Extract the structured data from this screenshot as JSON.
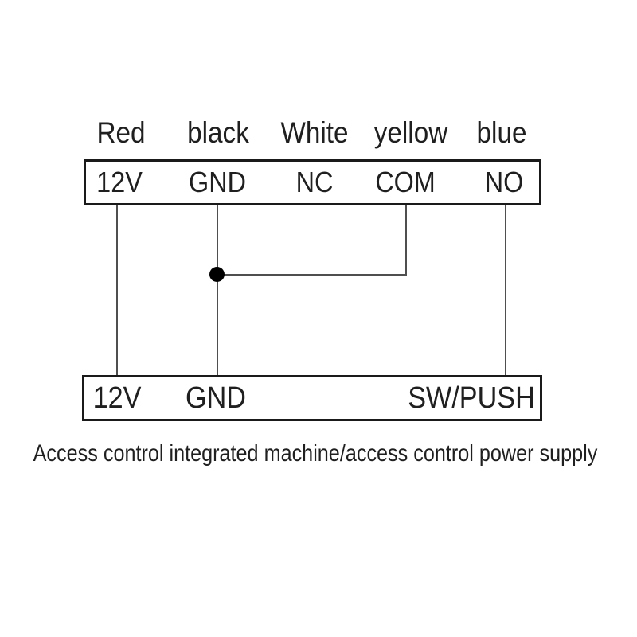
{
  "diagram": {
    "caption": "Access control integrated machine/access control power supply",
    "wire_color_labels": [
      {
        "text": "Red"
      },
      {
        "text": "black"
      },
      {
        "text": "White"
      },
      {
        "text": "yellow"
      },
      {
        "text": "blue"
      }
    ],
    "device_terminals": [
      {
        "text": "12V"
      },
      {
        "text": "GND"
      },
      {
        "text": "NC"
      },
      {
        "text": "COM"
      },
      {
        "text": "NO"
      }
    ],
    "power_supply_terminals": [
      {
        "text": "12V"
      },
      {
        "text": "GND"
      },
      {
        "text": "SW/PUSH"
      }
    ],
    "connections": [
      "Red/12V wire to 12V",
      "black/GND wire to GND",
      "yellow/COM wire joined to GND wire at junction",
      "blue/NO wire to SW/PUSH"
    ],
    "colors": {
      "line": "#4f4f4f",
      "border": "#1a1a1a",
      "text": "#1f1f1f",
      "junction": "#000000"
    }
  }
}
